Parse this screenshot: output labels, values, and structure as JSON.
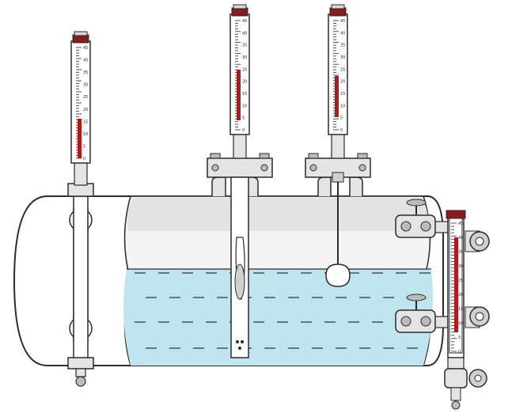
{
  "colors": {
    "background": "#ffffff",
    "outline": "#2b2b2b",
    "tank_fill": "#f4f4f4",
    "tank_shade": "#d6d6d6",
    "liquid": "#bfe6ee",
    "liquid_dash": "#3a3a3a",
    "gauge_cap_red": "#8b1a1a",
    "gauge_scale_red": "#b01a1a",
    "metal": "#e4e4e4"
  },
  "gauges": {
    "scale_ticks": [
      "0",
      "5",
      "10",
      "15",
      "20",
      "25",
      "30",
      "35",
      "40",
      "45"
    ]
  },
  "icons": [
    "top-mounted-level-gauge",
    "float-level-switch",
    "side-mounted-level-gauge",
    "valve-handwheel",
    "drain-valve"
  ]
}
